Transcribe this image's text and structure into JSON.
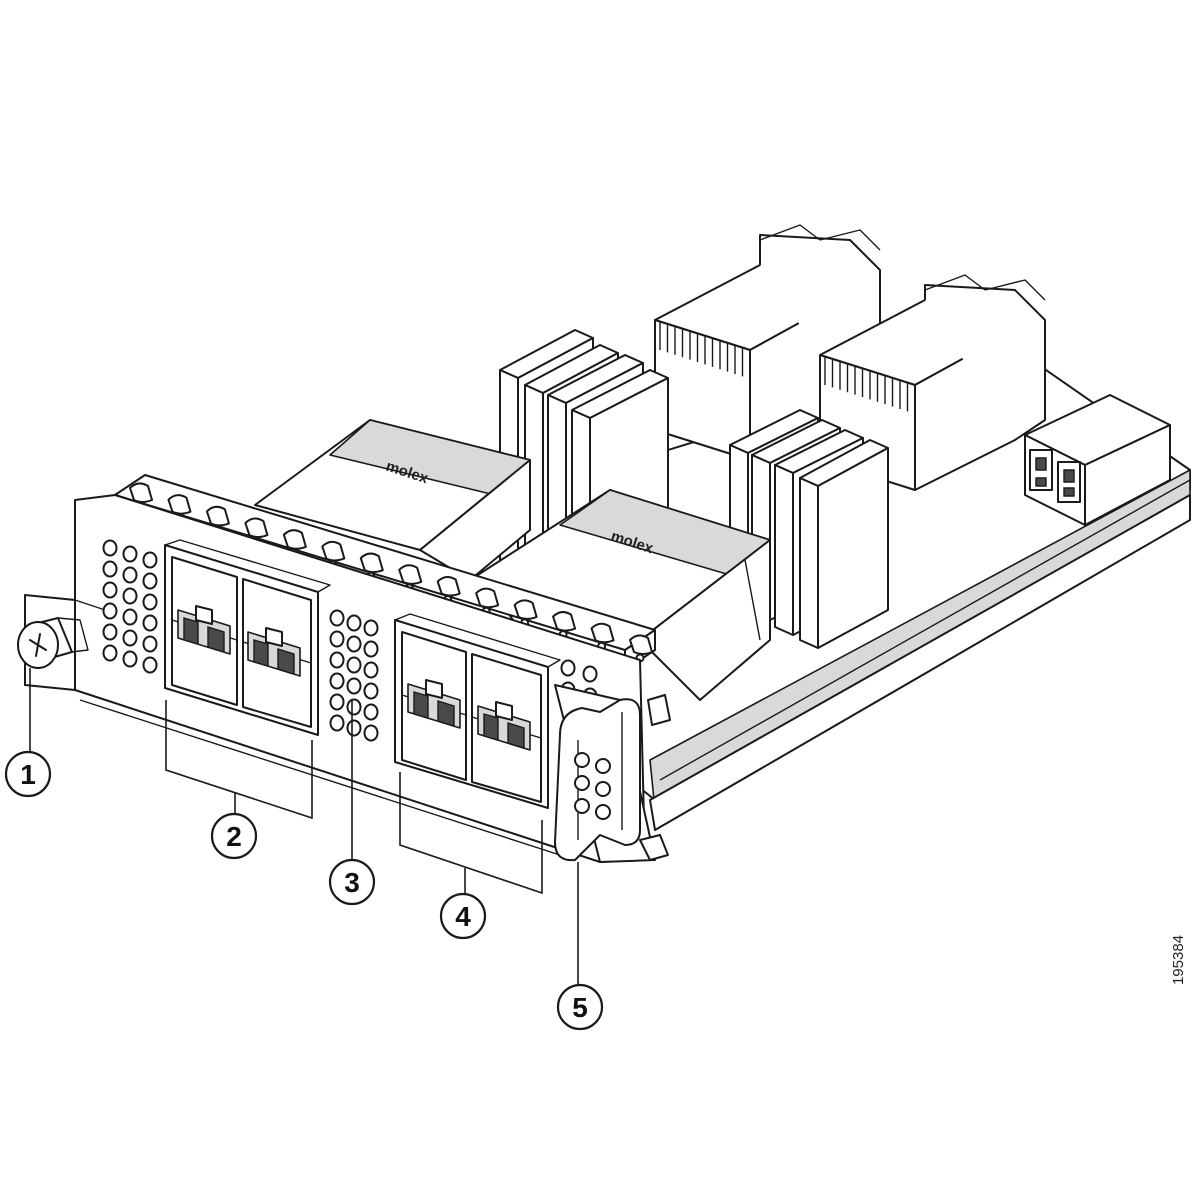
{
  "figure_id": "195384",
  "component_labels": {
    "connector_a": "molex",
    "connector_b": "molex"
  },
  "callouts": [
    {
      "number": "1"
    },
    {
      "number": "2"
    },
    {
      "number": "3"
    },
    {
      "number": "4"
    },
    {
      "number": "5"
    }
  ]
}
